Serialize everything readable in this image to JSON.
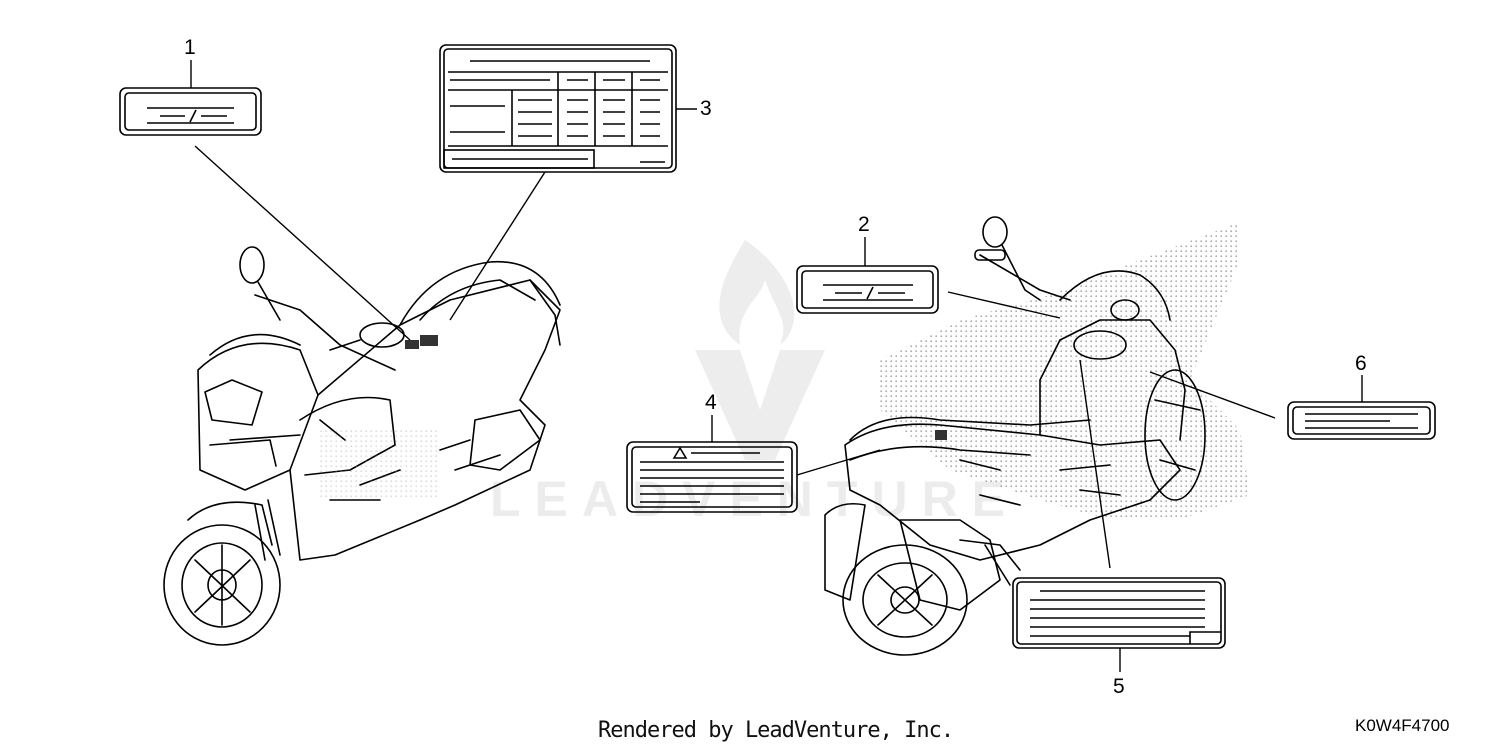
{
  "callouts": [
    "1",
    "2",
    "3",
    "4",
    "5",
    "6"
  ],
  "footer": {
    "rendered_by": "Rendered by LeadVenture, Inc.",
    "diagram_code": "K0W4F4700"
  },
  "watermark": {
    "text": "LEADVENTURE"
  },
  "colors": {
    "line": "#000000",
    "background": "#ffffff",
    "stipple": "#9a9a9a",
    "watermark": "#e8e8e8"
  }
}
